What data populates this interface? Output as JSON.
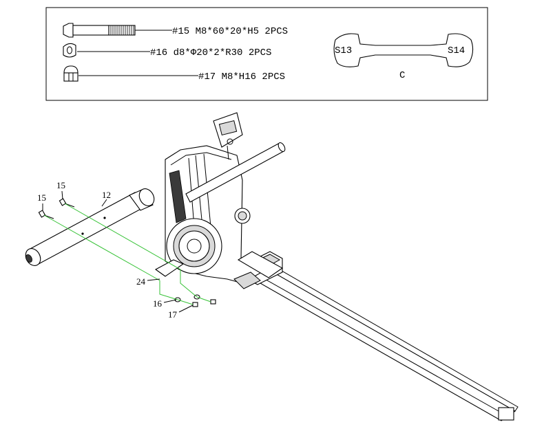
{
  "hardware": {
    "items": [
      {
        "label": "#15 M8*60*20*H5 2PCS",
        "icon": "bolt-icon"
      },
      {
        "label": "#16 d8*Φ20*2*R30 2PCS",
        "icon": "curved-washer-icon"
      },
      {
        "label": "#17 M8*H16 2PCS",
        "icon": "cap-nut-icon"
      }
    ],
    "wrench": {
      "left_label": "S13",
      "right_label": "S14",
      "name_label": "C",
      "icon": "wrench-icon"
    }
  },
  "callouts": {
    "bolt_upper": "15",
    "bolt_lower": "15",
    "stabilizer": "12",
    "frame": "24",
    "washer": "16",
    "nut": "17"
  },
  "colors": {
    "guide_line": "#36c236",
    "line": "#000000"
  }
}
